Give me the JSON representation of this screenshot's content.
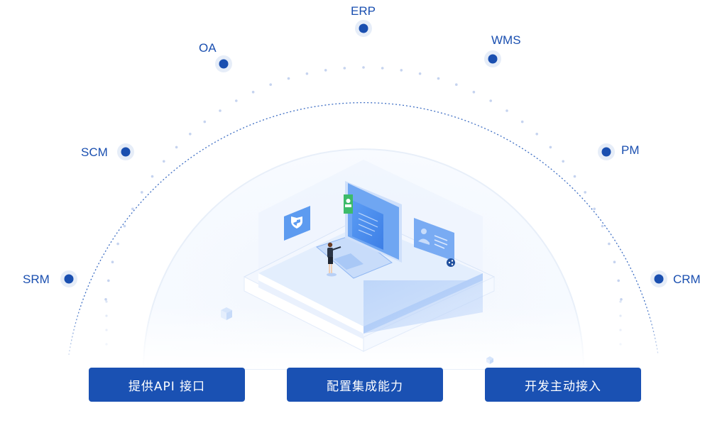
{
  "diagram": {
    "systems": [
      {
        "id": "srm",
        "label": "SRM"
      },
      {
        "id": "scm",
        "label": "SCM"
      },
      {
        "id": "oa",
        "label": "OA"
      },
      {
        "id": "erp",
        "label": "ERP"
      },
      {
        "id": "wms",
        "label": "WMS"
      },
      {
        "id": "pm",
        "label": "PM"
      },
      {
        "id": "crm",
        "label": "CRM"
      }
    ],
    "actions": [
      {
        "id": "api",
        "label": "提供API 接口"
      },
      {
        "id": "config",
        "label": "配置集成能力"
      },
      {
        "id": "dev",
        "label": "开发主动接入"
      }
    ],
    "colors": {
      "accent": "#1a51b3",
      "node": "#1a4fb0",
      "node_halo": "#e6edf8",
      "outer_arc": "#3f6fc4",
      "inner_dots": "#c5d3ef",
      "soft_circle": "#f4f8fe",
      "illustration_blue": "#4a8ef0",
      "badge_green": "#3dbb6a"
    }
  }
}
